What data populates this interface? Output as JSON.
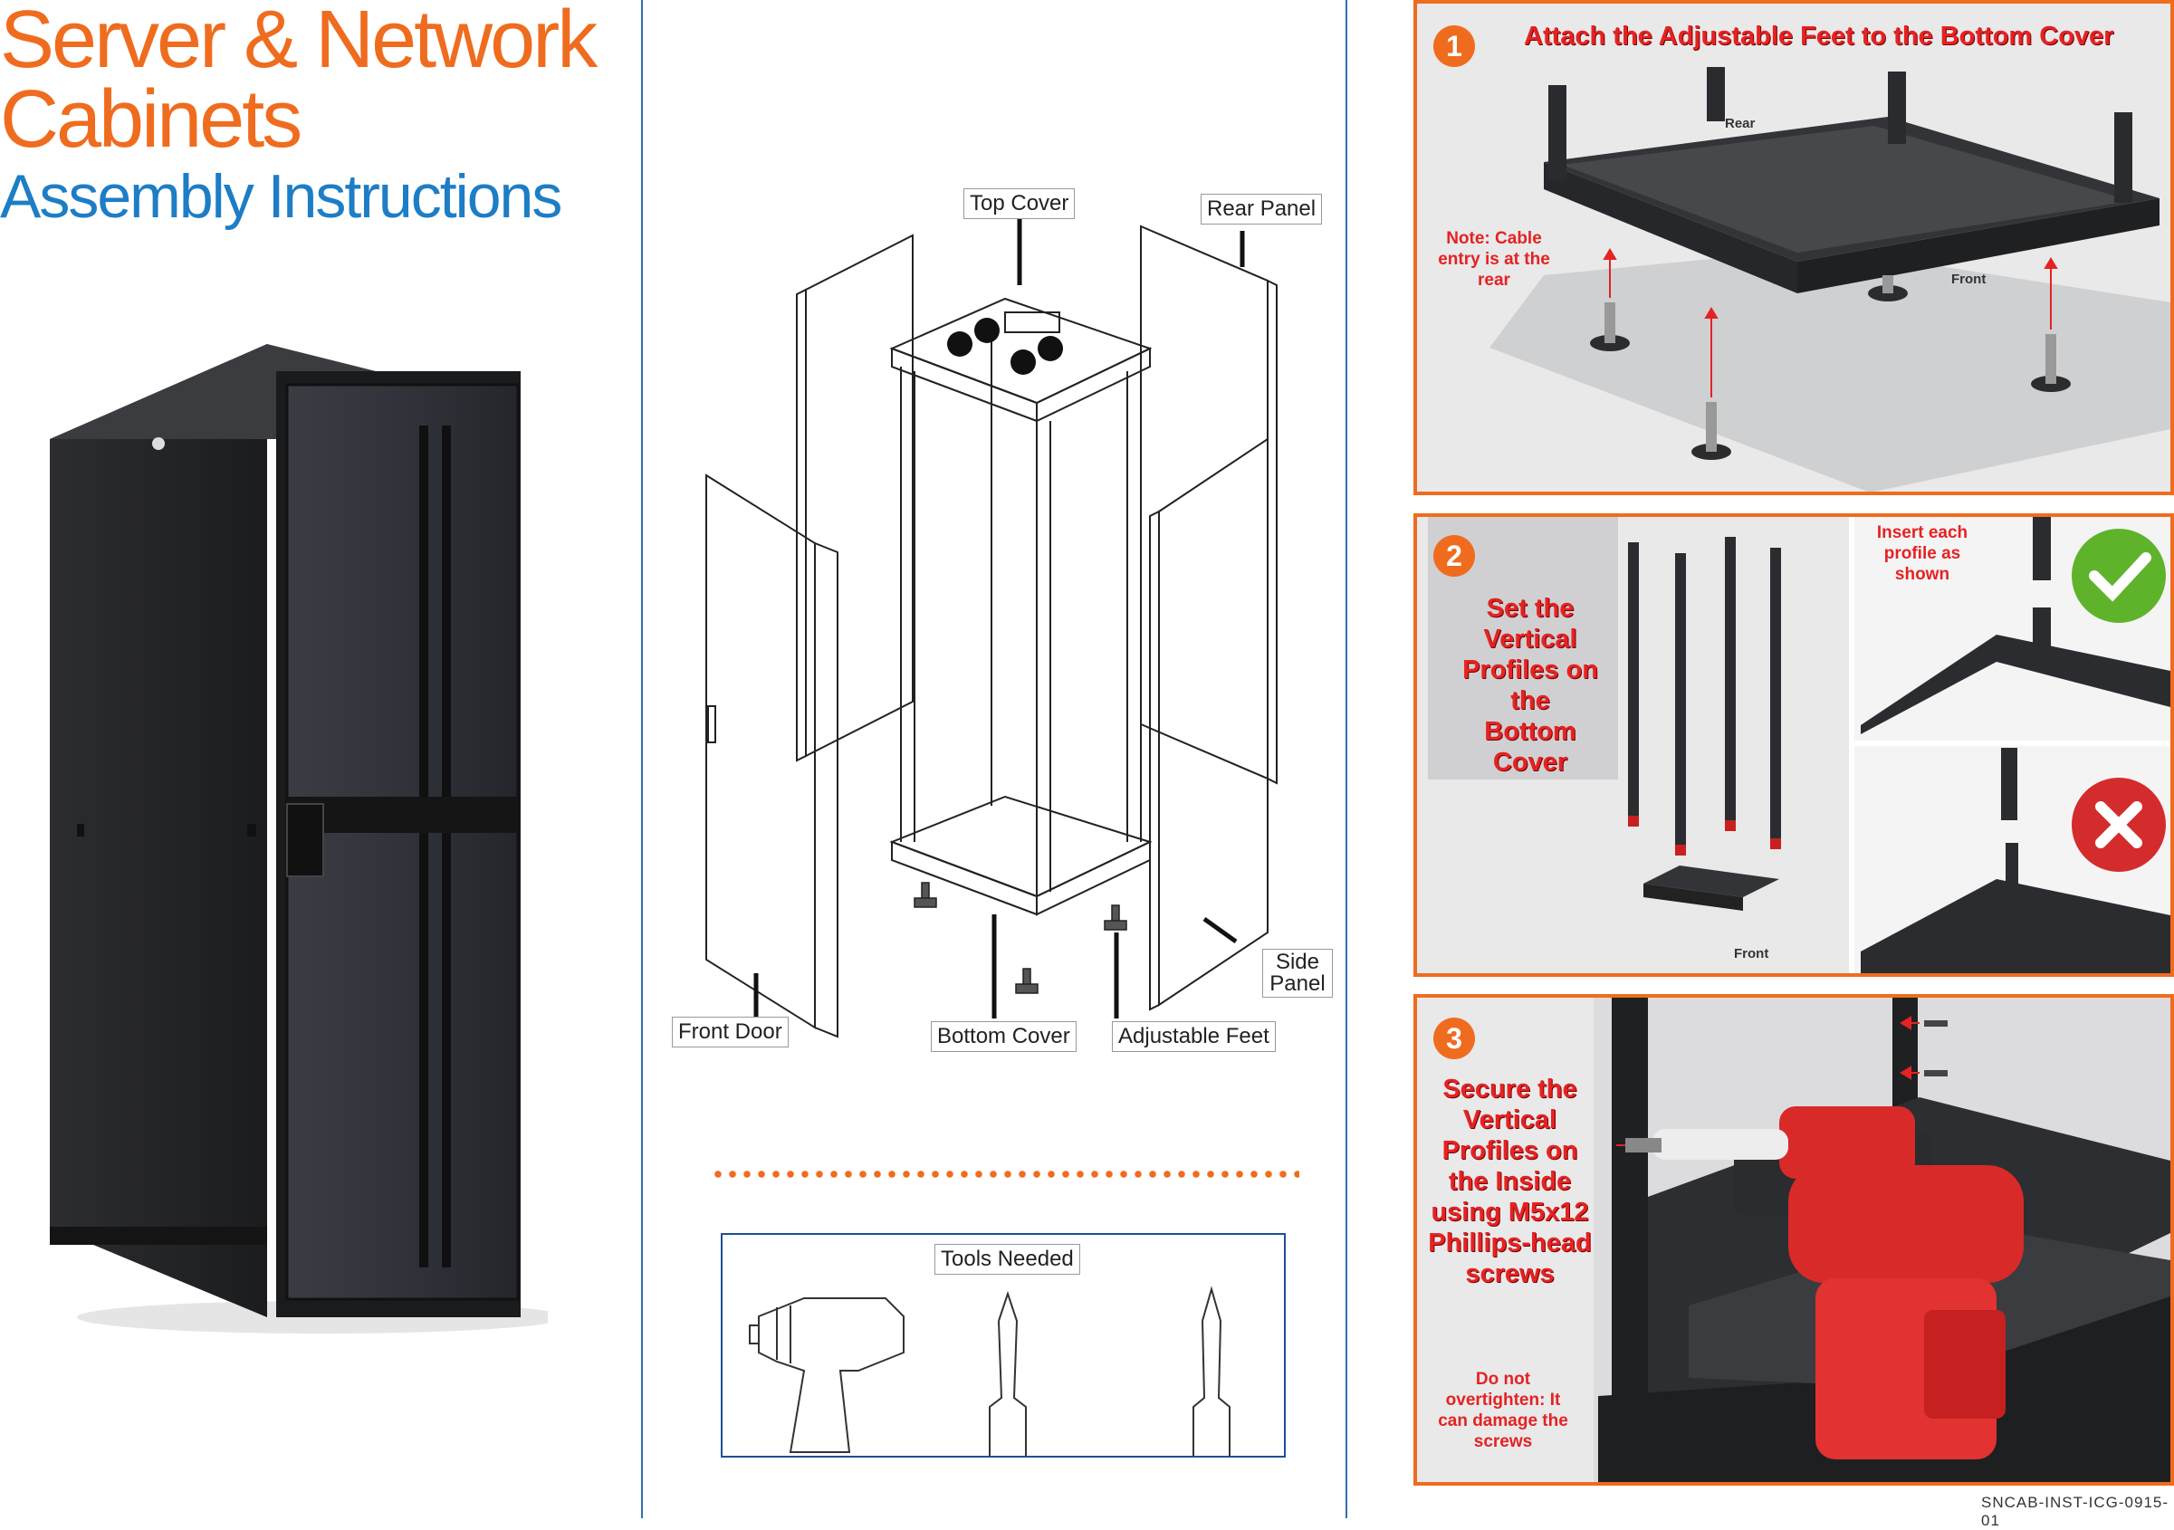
{
  "header": {
    "title": "Server & Network Cabinets",
    "subtitle": "Assembly Instructions"
  },
  "diagram": {
    "labels": {
      "top_cover": "Top Cover",
      "rear_panel": "Rear Panel",
      "side_panel": "Side Panel",
      "front_door": "Front Door",
      "bottom_cover": "Bottom Cover",
      "adjustable_feet": "Adjustable Feet"
    }
  },
  "tools": {
    "title": "Tools Needed"
  },
  "steps": [
    {
      "number": "1",
      "title": "Attach the Adjustable Feet to the Bottom Cover",
      "labels": {
        "rear": "Rear",
        "front": "Front"
      },
      "note": "Note: Cable entry is at the rear"
    },
    {
      "number": "2",
      "title": "Set the Vertical Profiles on the Bottom Cover",
      "front": "Front",
      "insert_note": "Insert each profile as shown"
    },
    {
      "number": "3",
      "title": "Secure the Vertical Profiles on the Inside using M5x12 Phillips-head screws",
      "warning": "Do not overtighten: It can damage the screws"
    }
  ],
  "footer": {
    "code": "SNCAB-INST-ICG-0915-01"
  },
  "colors": {
    "accent": "#ef6c1f",
    "blue": "#1d7dc5",
    "red": "#e62222"
  }
}
